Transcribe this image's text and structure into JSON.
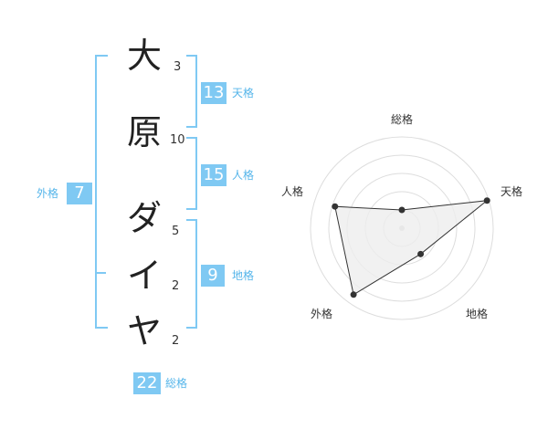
{
  "name_chars": [
    {
      "char": "大",
      "strokes": "3"
    },
    {
      "char": "原",
      "strokes": "10"
    },
    {
      "char": "ダ",
      "strokes": "5"
    },
    {
      "char": "イ",
      "strokes": "2"
    },
    {
      "char": "ヤ",
      "strokes": "2"
    }
  ],
  "fortunes": {
    "tenkaku": {
      "value": "13",
      "label": "天格"
    },
    "jinkaku": {
      "value": "15",
      "label": "人格"
    },
    "chikaku": {
      "value": "9",
      "label": "地格"
    },
    "gaikaku": {
      "value": "7",
      "label": "外格"
    },
    "soukaku": {
      "value": "22",
      "label": "総格"
    }
  },
  "colors": {
    "accent": "#7fc9f3",
    "label": "#55b5ea",
    "radar_fill": "#eeeeee",
    "radar_line": "#333333"
  },
  "chart_data": {
    "type": "radar",
    "axes": [
      "総格",
      "天格",
      "地格",
      "外格",
      "人格"
    ],
    "values": [
      0.2,
      0.98,
      0.35,
      0.9,
      0.77
    ],
    "rings": 5
  }
}
